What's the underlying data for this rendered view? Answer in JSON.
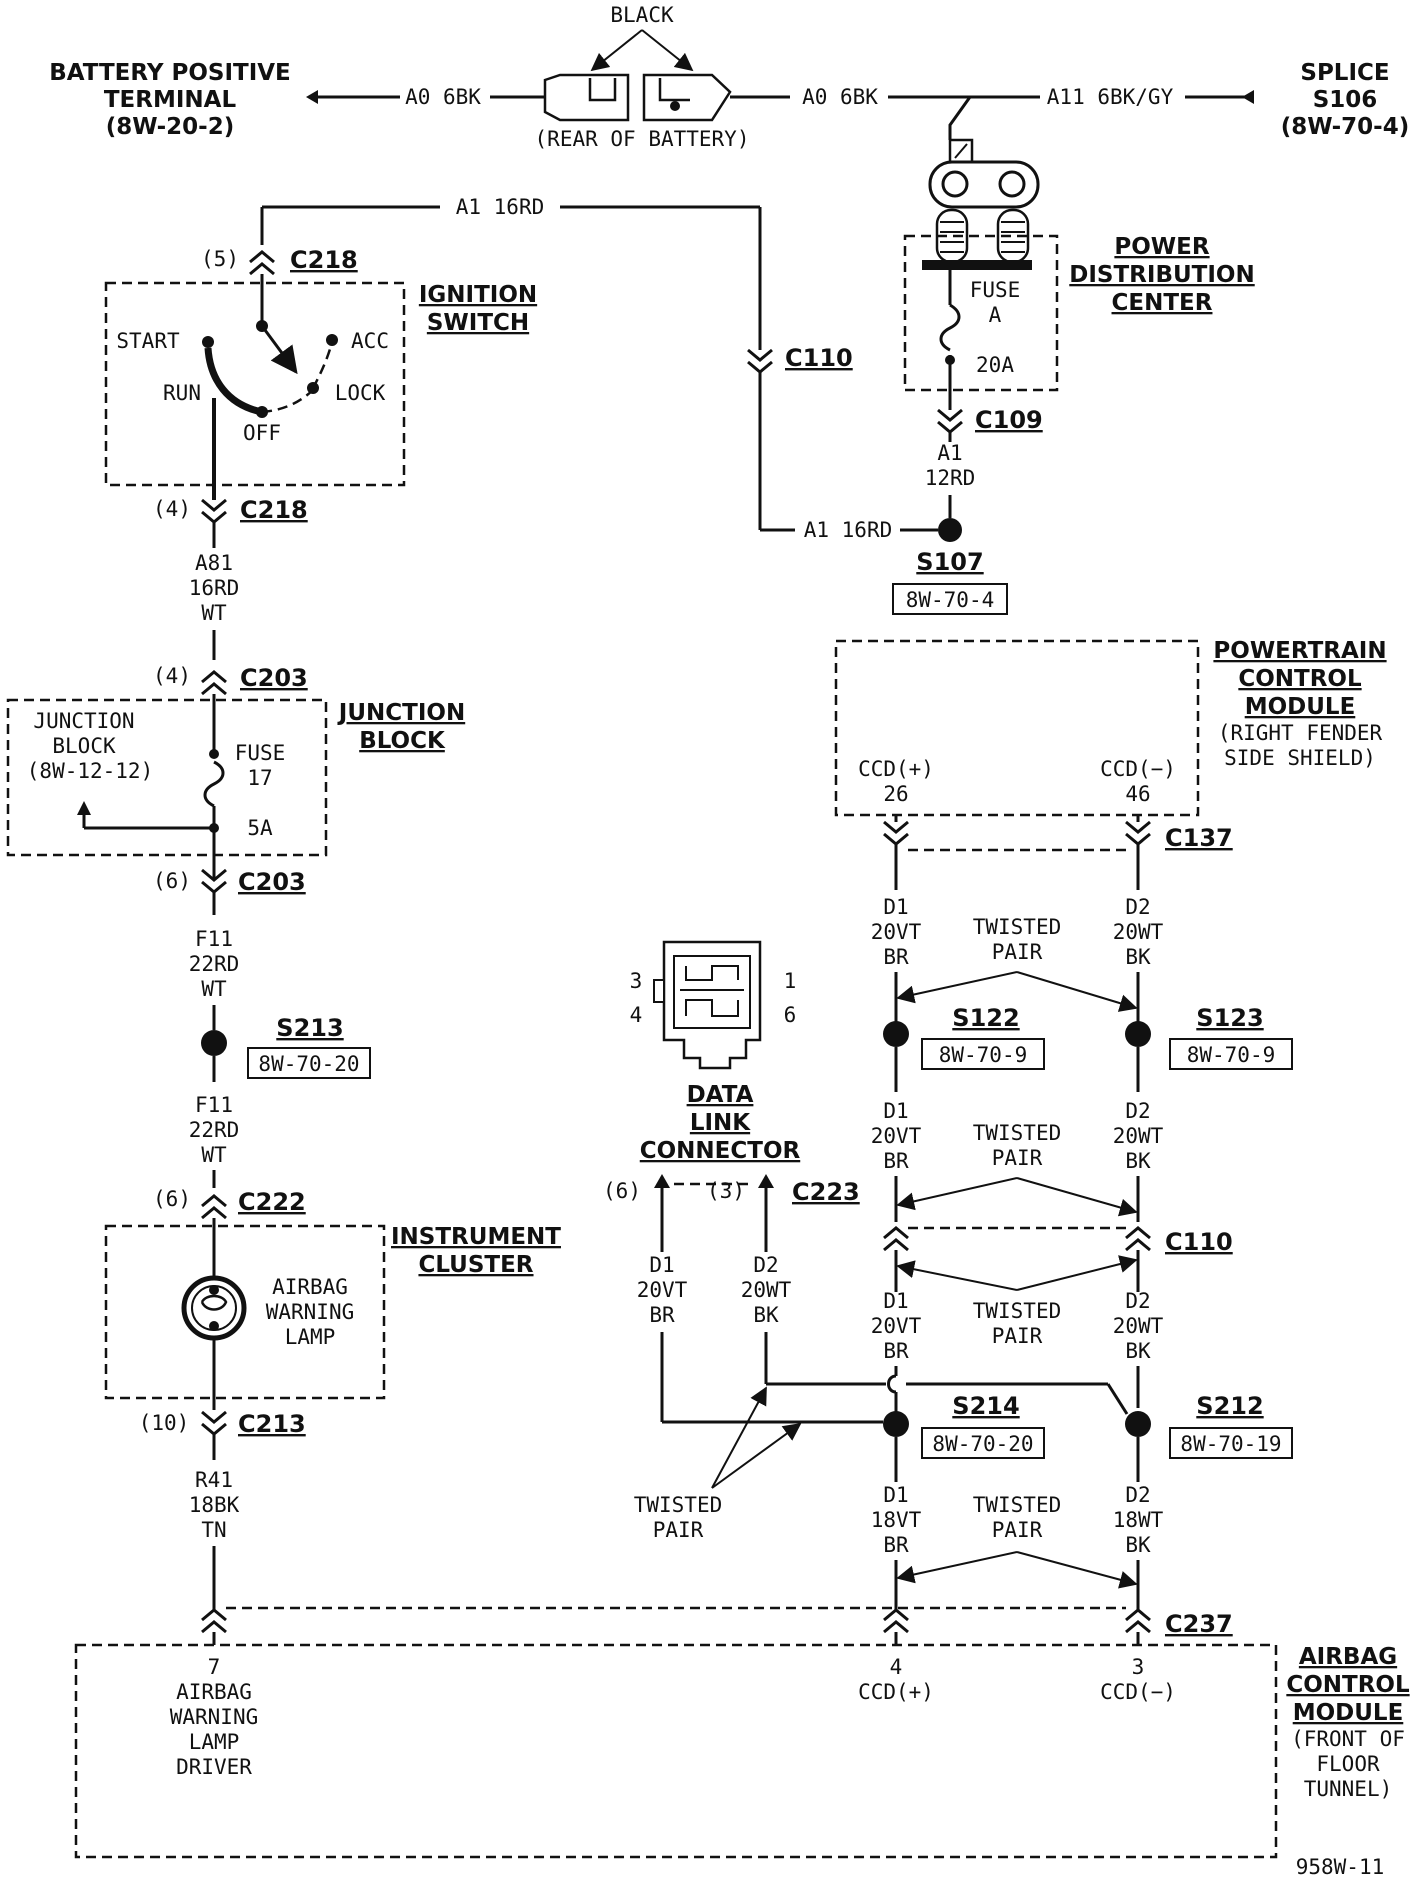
{
  "battery": {
    "color_label": "BLACK",
    "rear_label": "(REAR OF BATTERY)",
    "wire_left": "A0 6BK",
    "wire_right": "A0 6BK",
    "pos_terminal_line1": "BATTERY POSITIVE",
    "pos_terminal_line2": "TERMINAL",
    "pos_terminal_ref": "(8W-20-2)"
  },
  "splice_s106": {
    "wire": "A11 6BK/GY",
    "line1": "SPLICE",
    "line2": "S106",
    "ref": "(8W-70-4)"
  },
  "pdc": {
    "title_line1": "POWER",
    "title_line2": "DISTRIBUTION",
    "title_line3": "CENTER",
    "fuse_label": "FUSE",
    "fuse_id": "A",
    "fuse_rating": "20A",
    "connector": "C109",
    "wire_code": "A1",
    "wire_gauge": "12RD"
  },
  "s107": {
    "name": "S107",
    "ref": "8W-70-4",
    "wire": "A1 16RD"
  },
  "top_wire": "A1 16RD",
  "c110_top": "C110",
  "ignition": {
    "title_line1": "IGNITION",
    "title_line2": "SWITCH",
    "connector": "C218",
    "pin_top": "(5)",
    "pin_bottom": "(4)",
    "start": "START",
    "acc": "ACC",
    "run": "RUN",
    "lock": "LOCK",
    "off": "OFF"
  },
  "wire_a81": {
    "code": "A81",
    "gauge": "16RD",
    "tracer": "WT"
  },
  "junction": {
    "title_line1": "JUNCTION",
    "title_line2": "BLOCK",
    "connector": "C203",
    "pin_top": "(4)",
    "pin_bottom": "(6)",
    "inner_line1": "JUNCTION",
    "inner_line2": "BLOCK",
    "inner_ref": "(8W-12-12)",
    "fuse_label": "FUSE",
    "fuse_id": "17",
    "fuse_rating": "5A"
  },
  "wire_f11_upper": {
    "code": "F11",
    "gauge": "22RD",
    "tracer": "WT"
  },
  "s213": {
    "name": "S213",
    "ref": "8W-70-20"
  },
  "wire_f11_lower": {
    "code": "F11",
    "gauge": "22RD",
    "tracer": "WT"
  },
  "cluster": {
    "title_line1": "INSTRUMENT",
    "title_line2": "CLUSTER",
    "connector_top": "C222",
    "pin_top": "(6)",
    "lamp_line1": "AIRBAG",
    "lamp_line2": "WARNING",
    "lamp_line3": "LAMP",
    "connector_bottom": "C213",
    "pin_bottom": "(10)"
  },
  "wire_r41": {
    "code": "R41",
    "gauge": "18BK",
    "tracer": "TN"
  },
  "pcm": {
    "title_line1": "POWERTRAIN",
    "title_line2": "CONTROL",
    "title_line3": "MODULE",
    "loc_line1": "(RIGHT FENDER",
    "loc_line2": "SIDE SHIELD)",
    "pin_plus_label": "CCD(+)",
    "pin_plus_num": "26",
    "pin_minus_label": "CCD(−)",
    "pin_minus_num": "46",
    "connector": "C137"
  },
  "d1_a": {
    "code": "D1",
    "gauge": "20VT",
    "tracer": "BR"
  },
  "d2_a": {
    "code": "D2",
    "gauge": "20WT",
    "tracer": "BK"
  },
  "twisted_label": "TWISTED",
  "pair_label": "PAIR",
  "s122": {
    "name": "S122",
    "ref": "8W-70-9"
  },
  "s123": {
    "name": "S123",
    "ref": "8W-70-9"
  },
  "d1_b": {
    "code": "D1",
    "gauge": "20VT",
    "tracer": "BR"
  },
  "d2_b": {
    "code": "D2",
    "gauge": "20WT",
    "tracer": "BK"
  },
  "c110_right": "C110",
  "d1_c": {
    "code": "D1",
    "gauge": "20VT",
    "tracer": "BR"
  },
  "d2_c": {
    "code": "D2",
    "gauge": "20WT",
    "tracer": "BK"
  },
  "s214": {
    "name": "S214",
    "ref": "8W-70-20"
  },
  "s212": {
    "name": "S212",
    "ref": "8W-70-19"
  },
  "d1_d": {
    "code": "D1",
    "gauge": "18VT",
    "tracer": "BR"
  },
  "d2_d": {
    "code": "D2",
    "gauge": "18WT",
    "tracer": "BK"
  },
  "dlc": {
    "pin3": "3",
    "pin1": "1",
    "pin4": "4",
    "pin6": "6",
    "title_line1": "DATA",
    "title_line2": "LINK",
    "title_line3": "CONNECTOR",
    "connector": "C223",
    "cav_left": "(6)",
    "cav_right": "(3)",
    "d1": {
      "code": "D1",
      "gauge": "20VT",
      "tracer": "BR"
    },
    "d2": {
      "code": "D2",
      "gauge": "20WT",
      "tracer": "BK"
    }
  },
  "acm": {
    "connector": "C237",
    "pin7": "7",
    "pin7_line1": "AIRBAG",
    "pin7_line2": "WARNING",
    "pin7_line3": "LAMP",
    "pin7_line4": "DRIVER",
    "pin4": "4",
    "pin4_label": "CCD(+)",
    "pin3": "3",
    "pin3_label": "CCD(−)",
    "title_line1": "AIRBAG",
    "title_line2": "CONTROL",
    "title_line3": "MODULE",
    "loc_line1": "(FRONT OF",
    "loc_line2": "FLOOR",
    "loc_line3": "TUNNEL)"
  },
  "figure_id": "958W-11"
}
